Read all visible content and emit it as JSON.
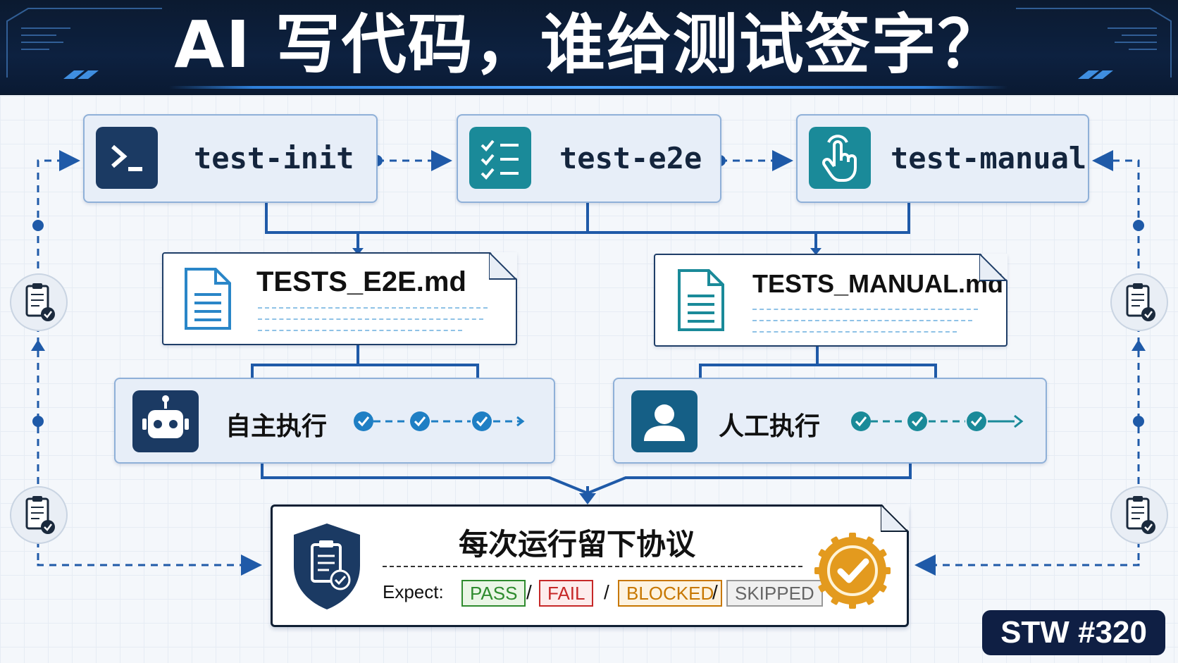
{
  "header": {
    "title": "AI 写代码，谁给测试签字？"
  },
  "steps": [
    {
      "label": "test-init",
      "icon": "terminal-icon"
    },
    {
      "label": "test-e2e",
      "icon": "checklist-icon"
    },
    {
      "label": "test-manual",
      "icon": "hand-pointer-icon"
    }
  ],
  "docs": [
    {
      "title": "TESTS_E2E.md",
      "icon": "document-icon"
    },
    {
      "title": "TESTS_MANUAL.md",
      "icon": "document-icon"
    }
  ],
  "exec": [
    {
      "label": "自主执行",
      "icon": "robot-icon"
    },
    {
      "label": "人工执行",
      "icon": "person-icon"
    }
  ],
  "protocol": {
    "title": "每次运行留下协议",
    "expect_label": "Expect:",
    "statuses": [
      {
        "label": "PASS",
        "color": "#2e8b2e",
        "bg": "#eaf6e6"
      },
      {
        "label": "FAIL",
        "color": "#c62828",
        "bg": "#fdecec"
      },
      {
        "label": "BLOCKED",
        "color": "#c77700",
        "bg": "#fdf3e1"
      },
      {
        "label": "SKIPPED",
        "color": "#666666",
        "bg": "#f0f0f0"
      }
    ],
    "separator": "/"
  },
  "badge": {
    "label": "STW #320"
  },
  "colors": {
    "navy": "#1b3a63",
    "teal": "#1a8a99",
    "flow_blue": "#1f5aa8",
    "gold": "#e39a1e"
  }
}
